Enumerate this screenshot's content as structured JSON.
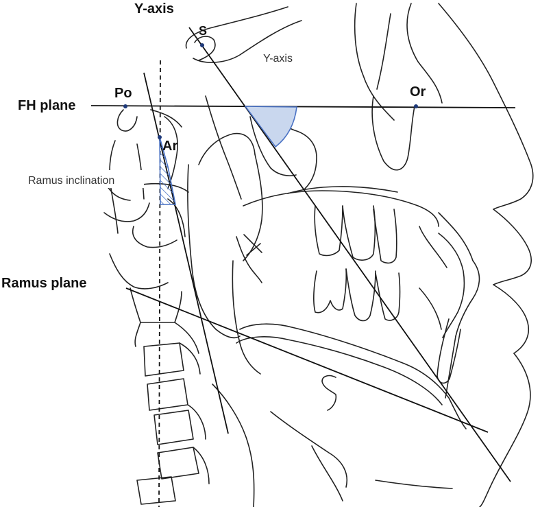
{
  "labels": {
    "y_axis_title": "Y-axis",
    "y_axis_inline": "Y-axis",
    "fh_plane": "FH plane",
    "ramus_plane": "Ramus plane",
    "ramus_inclination": "Ramus inclination",
    "point_s": "S",
    "point_po": "Po",
    "point_or": "Or",
    "point_ar": "Ar"
  },
  "colors": {
    "angle_fill": "#c9d7ee",
    "angle_stroke": "#4a72c4",
    "hatch": "#4a72c4",
    "landmark": "#1f3a7a",
    "line": "#111111"
  }
}
